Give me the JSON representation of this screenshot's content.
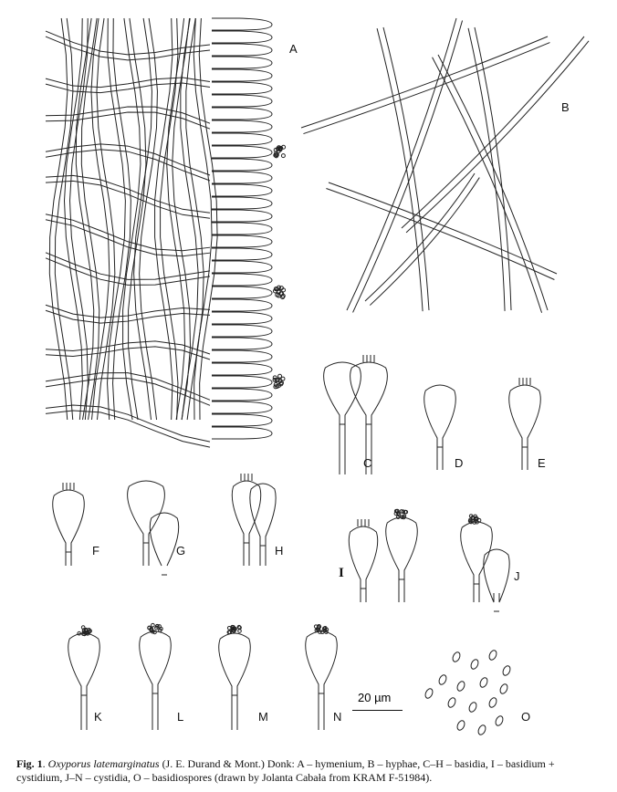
{
  "panels": {
    "A": "A",
    "B": "B",
    "C": "C",
    "D": "D",
    "E": "E",
    "F": "F",
    "G": "G",
    "H": "H",
    "I": "I",
    "J": "J",
    "K": "K",
    "L": "L",
    "M": "M",
    "N": "N",
    "O": "O"
  },
  "scale_bar": {
    "label": "20 µm"
  },
  "caption": {
    "fig_label": "Fig. 1",
    "species": "Oxyporus latemarginatus",
    "text": " (J. E. Durand & Mont.) Donk: A – hymenium, B – hyphae, C–H – basidia, I – basidium + cystidium, J–N – cystidia, O – basidiospores (drawn by Jolanta Cabała from KRAM F-51984)."
  }
}
